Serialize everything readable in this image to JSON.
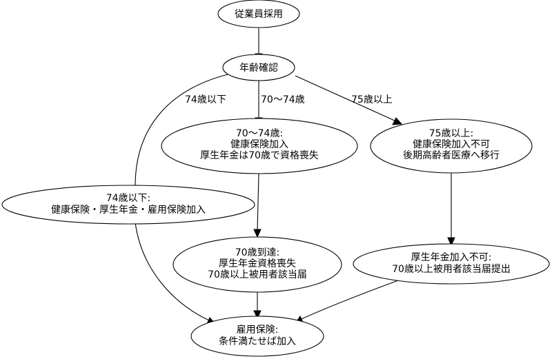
{
  "diagram": {
    "nodes": {
      "hire": {
        "lines": [
          "従業員採用"
        ]
      },
      "age_check": {
        "lines": [
          "年齢確認"
        ]
      },
      "age_70_74": {
        "lines": [
          "70〜74歳:",
          "健康保険加入",
          "厚生年金は70歳で資格喪失"
        ]
      },
      "age_75_plus": {
        "lines": [
          "75歳以上:",
          "健康保険加入不可",
          "後期高齢者医療へ移行"
        ]
      },
      "under_74": {
        "lines": [
          "74歳以下:",
          "健康保険・厚生年金・雇用保険加入"
        ]
      },
      "reach_70": {
        "lines": [
          "70歳到達:",
          "厚生年金資格喪失",
          "70歳以上被用者該当届"
        ]
      },
      "pension_not": {
        "lines": [
          "厚生年金加入不可:",
          "70歳以上被用者該当届提出"
        ]
      },
      "employment_ins": {
        "lines": [
          "雇用保険:",
          "条件満たせば加入"
        ]
      }
    },
    "edge_labels": {
      "under_74": "74歳以下",
      "age_70_74": "70〜74歳",
      "age_75_plus": "75歳以上"
    }
  }
}
